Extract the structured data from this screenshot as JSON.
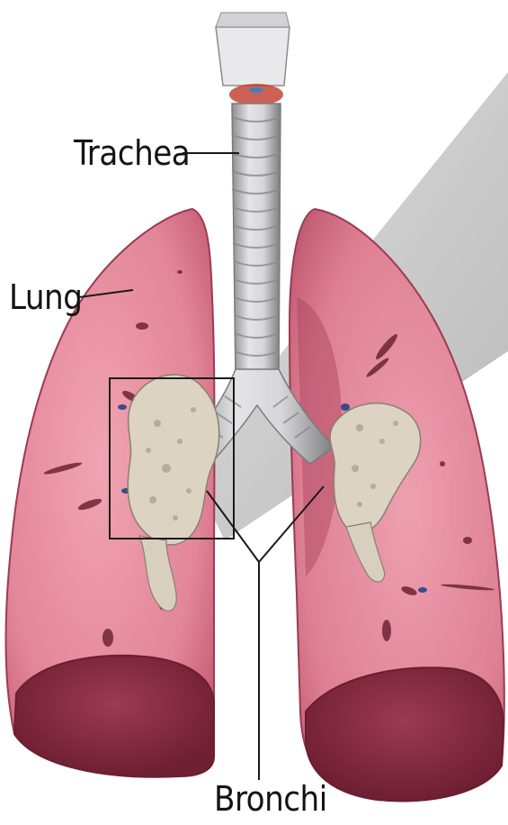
{
  "labels": {
    "trachea": "Trachea",
    "lung": "Lung",
    "bronchi": "Bronchi"
  },
  "colors": {
    "lung_pink": "#e8879b",
    "lung_dark": "#8a2c40",
    "trachea": "#cfcfd0",
    "tumor": "#ddd2c2",
    "line": "#1a1a1a"
  }
}
